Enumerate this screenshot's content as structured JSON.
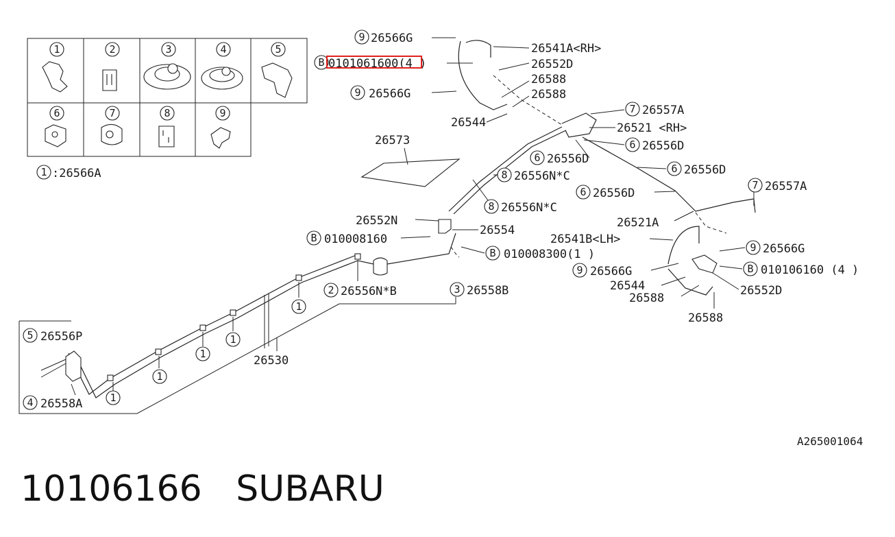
{
  "legend": {
    "cells": [
      "1",
      "2",
      "3",
      "4",
      "5",
      "6",
      "7",
      "8",
      "9"
    ],
    "note_num": "1",
    "note_text": ":26566A"
  },
  "labels": {
    "l1_num": "9",
    "l1_text": "26566G",
    "l2_text": "26541A<RH>",
    "l3_num": "B",
    "l3_text": "0101061600(4 )",
    "l4_text": "26552D",
    "l5_text": "26588",
    "l6_num": "9",
    "l6_text": "26566G",
    "l7_text": "26588",
    "l8_text": "26544",
    "l9_num": "7",
    "l9_text": "26557A",
    "l10_text": "26521  <RH>",
    "l11_num": "6",
    "l11_text": "26556D",
    "l12_num": "6",
    "l12_text": "26556D",
    "l13_num": "6",
    "l13_text": "26556D",
    "l14_num": "8",
    "l14_text": "26556N*C",
    "l15_num": "6",
    "l15_text": "26556D",
    "l16_num": "8",
    "l16_text": "26556N*C",
    "l17_num": "7",
    "l17_text": "26557A",
    "l18_text": "26573",
    "l19_text": "26552N",
    "l20_text": "26554",
    "l21_num": "B",
    "l21_text": "010008160",
    "l22_num": "B",
    "l22_text": "010008300(1 )",
    "l23_text": "26521A",
    "l24_text": "26541B<LH>",
    "l25_num": "9",
    "l25_text": "26566G",
    "l26_num": "9",
    "l26_text": "26566G",
    "l27_num": "B",
    "l27_text": "010106160 (4 )",
    "l28_text": "26544",
    "l29_text": "26552D",
    "l30_text": "26588",
    "l31_text": "26588",
    "l32_num": "2",
    "l32_text": "26556N*B",
    "l33_num": "3",
    "l33_text": "26558B",
    "l34_num": "5",
    "l34_text": "26556P",
    "l35_num": "4",
    "l35_text": "26558A",
    "l36_text": "26530",
    "clip_num": "1"
  },
  "footer_code": "A265001064",
  "footer_title": "10106166   SUBARU",
  "colors": {
    "highlight": "#e0201c",
    "line": "#222222"
  }
}
